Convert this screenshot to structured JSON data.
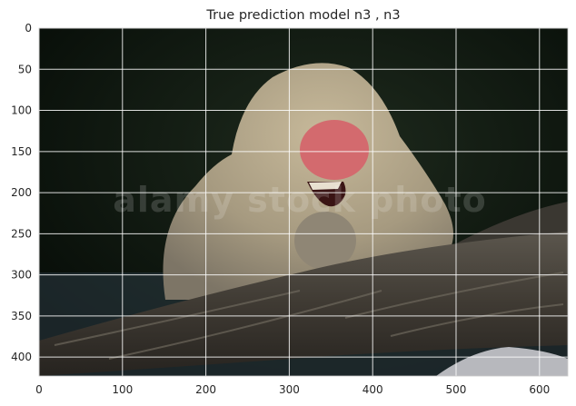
{
  "chart_data": {
    "type": "image",
    "title": "True prediction model n3 , n3",
    "xlabel": "",
    "ylabel": "",
    "xlim": [
      0,
      634
    ],
    "ylim": [
      423,
      0
    ],
    "x_ticks": [
      0,
      100,
      200,
      300,
      400,
      500,
      600
    ],
    "y_ticks": [
      0,
      50,
      100,
      150,
      200,
      250,
      300,
      350,
      400
    ],
    "grid": true,
    "image_subject": "macaque monkey biting its hand while sitting on a fallen log",
    "watermark": "alamy stock photo",
    "colors": {
      "background_dark": "#0b140c",
      "fur": "#a69a80",
      "face": "#d36a6e",
      "log": "#3f3a33",
      "grid": "#ffffff"
    }
  }
}
